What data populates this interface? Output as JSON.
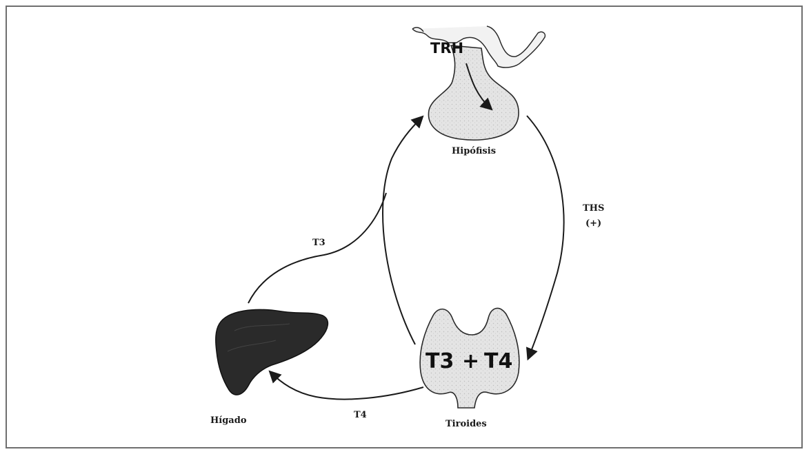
{
  "labels": {
    "trh": "TRH",
    "hipofisis": "Hipófisis",
    "ths": "THS",
    "ths_sign": "(+)",
    "t3_arrow": "T3",
    "t4_arrow": "T4",
    "higado": "Hígado",
    "tiroides": "Tiroides",
    "gland_t3": "T3",
    "gland_plus": "+",
    "gland_t4": "T4"
  },
  "icons": {
    "hypothalamus": "hypothalamus-illustration",
    "pituitary": "pituitary-gland-illustration",
    "thyroid": "thyroid-gland-illustration",
    "liver": "liver-illustration"
  },
  "colors": {
    "ink": "#1a1a1a",
    "gland_fill": "#e2e2e2",
    "liver_fill": "#2a2a2a",
    "frame": "#6e6e6e"
  }
}
